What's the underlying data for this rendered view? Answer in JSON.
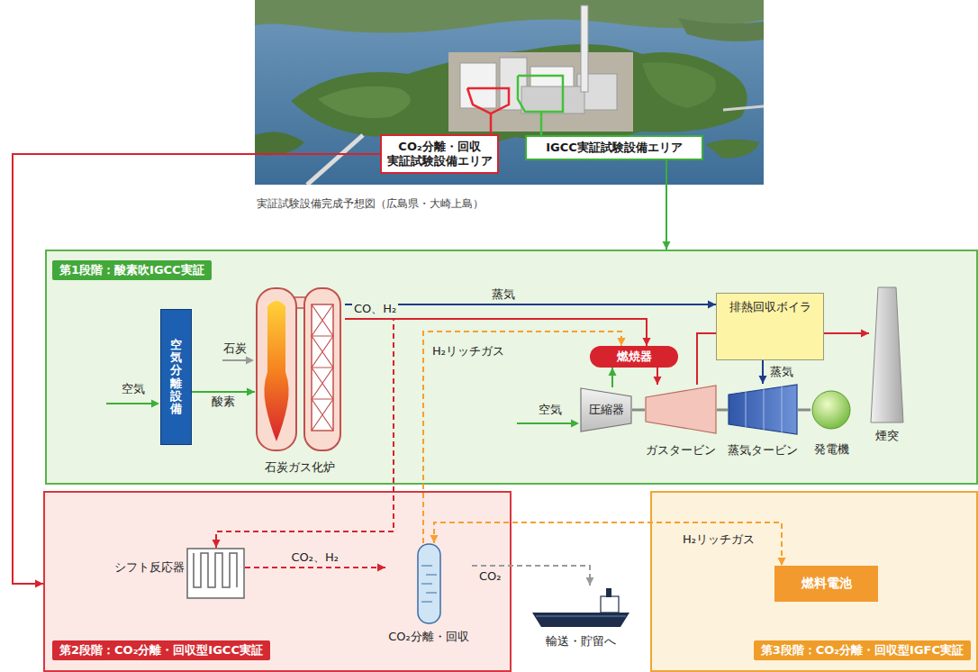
{
  "diagram": {
    "nodes": [
      {
        "text": [
          "CO₂分離・回収 実証試験設備エリア"
        ]
      },
      {
        "text": [
          "IGCC実証試験設備エリア"
        ]
      },
      {
        "text": [
          "第1段階：酸素吹IGCC実証"
        ]
      },
      {
        "text": [
          "空気分離設備"
        ],
        "in": 2
      },
      {
        "text": [
          "石炭ガス化炉"
        ],
        "in": 2
      },
      {
        "text": [
          "燃焼器"
        ],
        "in": 2
      },
      {
        "text": [
          "排熱回収ボイラ"
        ],
        "in": 2
      },
      {
        "text": [
          "圧縮器"
        ],
        "in": 2
      },
      {
        "text": [
          "ガスタービン"
        ],
        "in": 2
      },
      {
        "text": [
          "蒸気タービン"
        ],
        "in": 2
      },
      {
        "text": [
          "発電機"
        ],
        "in": 2
      },
      {
        "text": [
          "煙突"
        ],
        "in": 2
      },
      {
        "text": [
          "第2段階：CO₂分離・回収型IGCC実証"
        ]
      },
      {
        "text": [
          "シフト反応器"
        ],
        "in": 12
      },
      {
        "text": [
          "CO₂分離・回収"
        ],
        "in": 12
      },
      {
        "text": [
          "輸送・貯留へ"
        ]
      },
      {
        "text": [
          "第3段階：CO₂分離・回収型IGFC実証"
        ]
      },
      {
        "text": [
          "燃料電池"
        ],
        "in": 16
      }
    ],
    "edges": [
      {
        "from": 0,
        "to": 12,
        "arrow": "to"
      },
      {
        "from": 1,
        "to": 2,
        "arrow": "to"
      },
      {
        "from": 3,
        "to": 4,
        "arrow": "to",
        "label": "酸素"
      },
      {
        "from": 4,
        "to": 6,
        "arrow": "to",
        "label": "蒸気"
      },
      {
        "from": 4,
        "to": 5,
        "arrow": "to",
        "label": "CO、H₂"
      },
      {
        "from": 4,
        "to": 13,
        "arrow": "to"
      },
      {
        "from": 7,
        "to": 5,
        "arrow": "to"
      },
      {
        "from": 5,
        "to": 8,
        "arrow": "to"
      },
      {
        "from": 8,
        "to": 6,
        "arrow": "none"
      },
      {
        "from": 6,
        "to": 11,
        "arrow": "to"
      },
      {
        "from": 6,
        "to": 9,
        "arrow": "to",
        "label": "蒸気"
      },
      {
        "from": 7,
        "to": 8,
        "arrow": "none"
      },
      {
        "from": 8,
        "to": 9,
        "arrow": "none"
      },
      {
        "from": 9,
        "to": 10,
        "arrow": "none"
      },
      {
        "from": 13,
        "to": 14,
        "arrow": "to",
        "label": "CO₂、H₂"
      },
      {
        "from": 14,
        "to": 15,
        "arrow": "to",
        "label": "CO₂"
      },
      {
        "from": 14,
        "to": 5,
        "arrow": "to",
        "label": "H₂リッチガス"
      },
      {
        "from": 14,
        "to": 17,
        "arrow": "both",
        "label": "H₂リッチガス"
      }
    ],
    "labels": [
      "実証試験設備完成予想図（広島県・大崎上島）",
      "空気",
      "石炭",
      "空気"
    ]
  }
}
